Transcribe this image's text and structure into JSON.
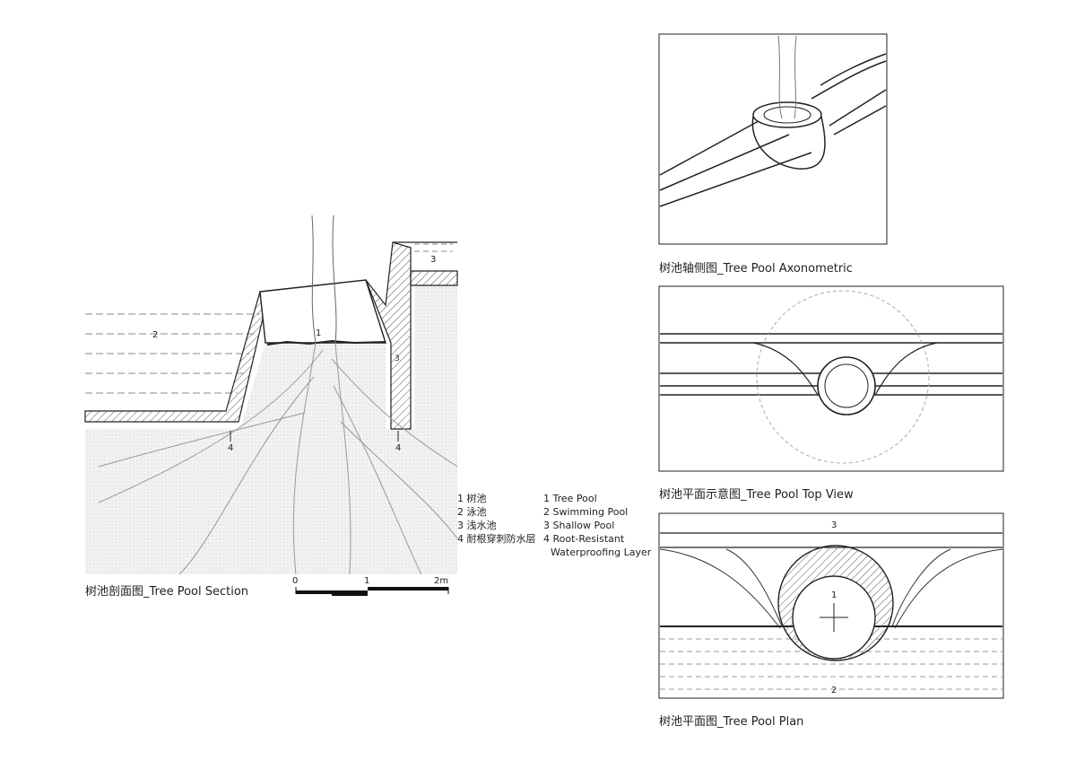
{
  "section": {
    "caption": "树池剖面图_Tree Pool Section",
    "labels": [
      "1",
      "2",
      "3",
      "3",
      "4",
      "4"
    ]
  },
  "scale_bar": {
    "ticks": [
      "0",
      "1",
      "2m"
    ]
  },
  "legend": {
    "cn": [
      "1 树池",
      "2 泳池",
      "3 浅水池",
      "4 耐根穿刺防水层"
    ],
    "en": [
      "1 Tree Pool",
      "2 Swimming Pool",
      "3 Shallow Pool",
      "4 Root-Resistant",
      "Waterproofing Layer"
    ]
  },
  "axonometric": {
    "caption": "树池轴侧图_Tree Pool Axonometric"
  },
  "top_view": {
    "caption": "树池平面示意图_Tree Pool Top View"
  },
  "plan": {
    "caption": "树池平面图_Tree Pool Plan",
    "labels": [
      "3",
      "1",
      "2"
    ]
  },
  "colors": {
    "ink": "#222222",
    "soil": "#efefef",
    "water": "#7a7a7a"
  }
}
